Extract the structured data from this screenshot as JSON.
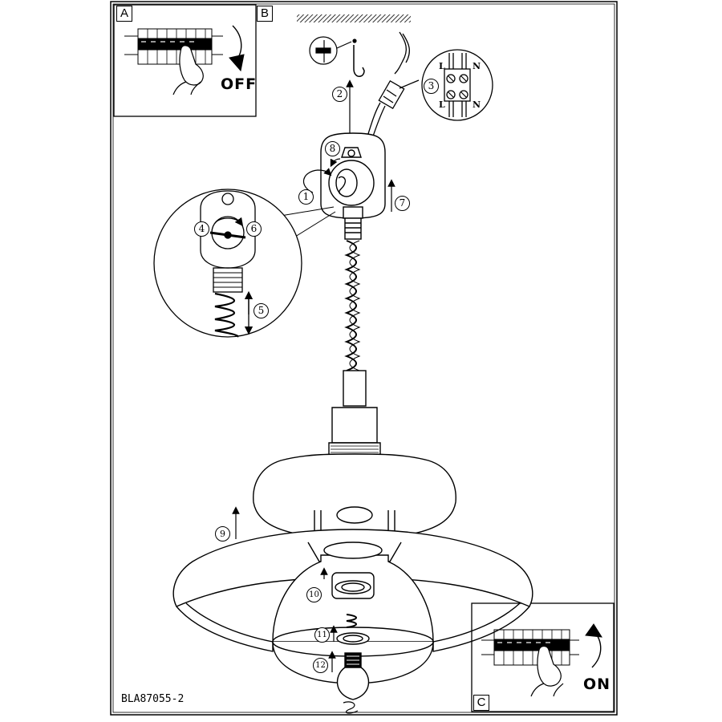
{
  "panels": {
    "a_label": "A",
    "b_label": "B",
    "c_label": "C",
    "a_text": "OFF",
    "c_text": "ON"
  },
  "terminal": {
    "l_top": "L",
    "n_top": "N",
    "l_bottom": "L",
    "n_bottom": "N"
  },
  "steps": [
    "1",
    "2",
    "3",
    "4",
    "5",
    "6",
    "7",
    "8",
    "9",
    "10",
    "11",
    "12"
  ],
  "footer": {
    "model_code": "BLA87055-2"
  }
}
